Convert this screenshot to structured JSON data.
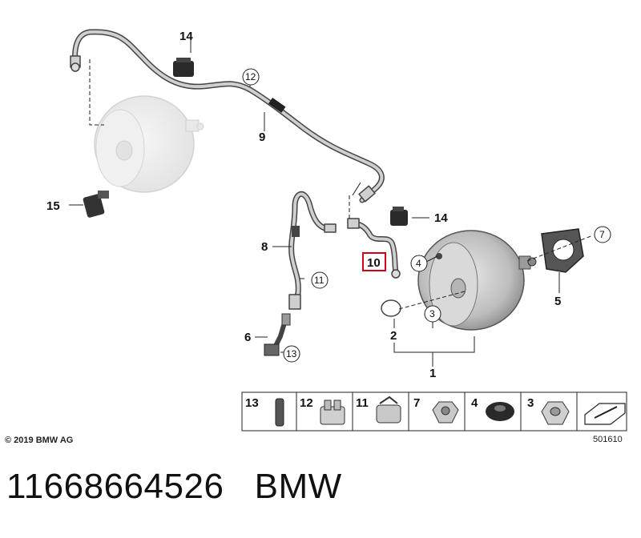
{
  "copyright": "© 2019 BMW AG",
  "diagram_id": "501610",
  "footer": {
    "part_number": "11668664526",
    "brand": "BMW"
  },
  "callouts": {
    "c1": "1",
    "c2": "2",
    "c3": "3",
    "c4": "4",
    "c5": "5",
    "c6": "6",
    "c7": "7",
    "c8": "8",
    "c9": "9",
    "c10": "10",
    "c11": "11",
    "c12": "12",
    "c13": "13",
    "c14a": "14",
    "c14b": "14",
    "c15": "15"
  },
  "legend": {
    "cells": [
      {
        "num": "13",
        "icon": "hose-clip-sleeve-icon"
      },
      {
        "num": "12",
        "icon": "double-clip-icon"
      },
      {
        "num": "11",
        "icon": "hose-clamp-icon"
      },
      {
        "num": "7",
        "icon": "collar-nut-icon"
      },
      {
        "num": "4",
        "icon": "grommet-icon"
      },
      {
        "num": "3",
        "icon": "hex-nut-icon"
      },
      {
        "num": "",
        "icon": "arrow-icon"
      }
    ]
  },
  "colors": {
    "highlight": "#d0021b",
    "line": "#222222",
    "part_fill": "#cfcfcf",
    "ghost_fill": "#eeeeee"
  }
}
